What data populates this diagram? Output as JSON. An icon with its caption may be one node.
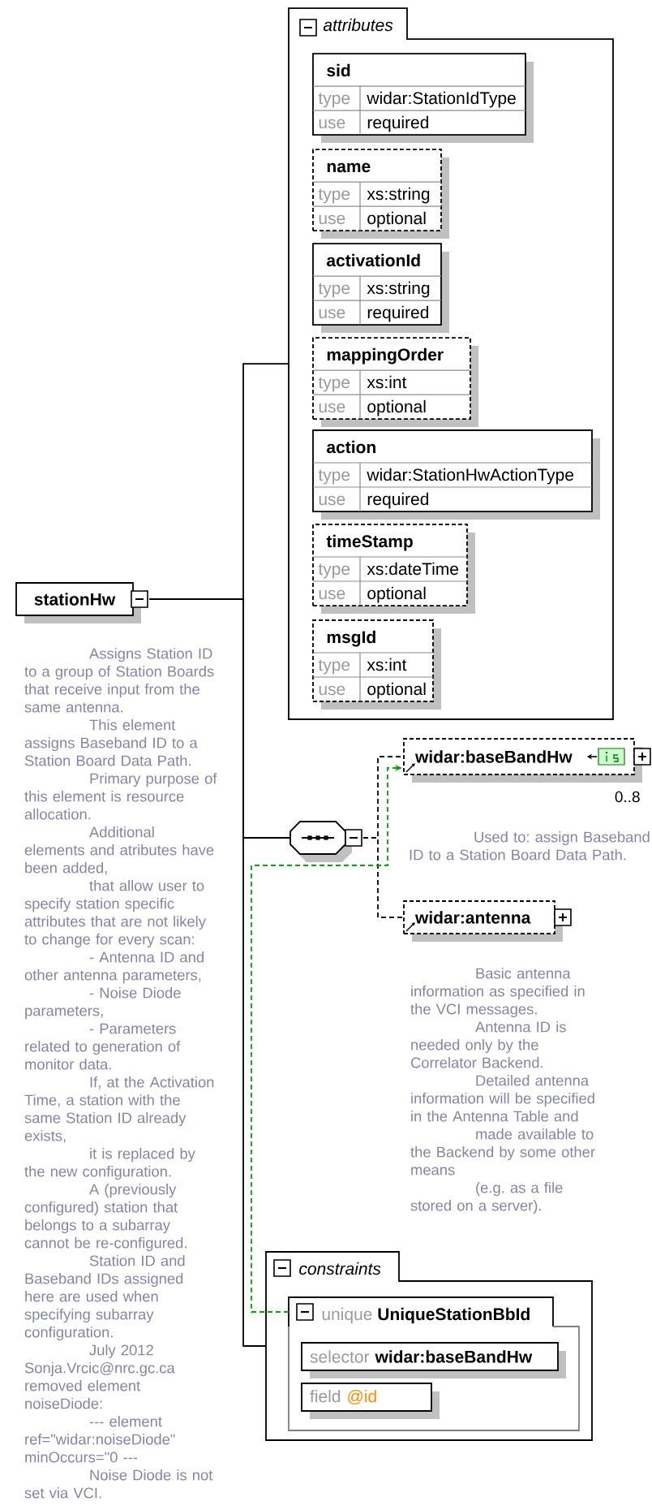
{
  "diagram": {
    "nodes": [
      {
        "text": [
          "stationHw"
        ],
        "beside": [
          "Assigns Station ID to a group of Station Boards that receive input from the same antenna.",
          "This element assigns Baseband ID to a Station Board Data Path.",
          "Primary purpose of this element is resource allocation.",
          "Additional elements and atributes have been added,",
          "that allow user to specify station specific attributes that are not likely to change for every scan:",
          "- Antenna ID and other antenna parameters,",
          "- Noise Diode parameters,",
          "- Parameters related to generation of monitor data.",
          "If, at the Activation Time, a station with the same Station ID already exists,",
          "it is replaced by the new configuration.",
          "A (previously configured) station that belongs to a subarray cannot be re-configured.",
          "Station ID and Baseband IDs assigned here are used when specifying subarray configuration.",
          "July 2012 Sonja.Vrcic@nrc.gc.ca removed element noiseDiode:",
          "--- element ref=\"widar:noiseDiode\" minOccurs=\"0 ---",
          "Noise Diode is not set via VCI."
        ]
      },
      {
        "text": [
          "attributes"
        ]
      },
      {
        "text": [
          "sid",
          "type",
          "widar:StationIdType",
          "use",
          "required"
        ],
        "in": 1
      },
      {
        "text": [
          "name",
          "type",
          "xs:string",
          "use",
          "optional"
        ],
        "in": 1
      },
      {
        "text": [
          "activationId",
          "type",
          "xs:string",
          "use",
          "required"
        ],
        "in": 1
      },
      {
        "text": [
          "mappingOrder",
          "type",
          "xs:int",
          "use",
          "optional"
        ],
        "in": 1
      },
      {
        "text": [
          "action",
          "type",
          "widar:StationHwActionType",
          "use",
          "required"
        ],
        "in": 1
      },
      {
        "text": [
          "timeStamp",
          "type",
          "xs:dateTime",
          "use",
          "optional"
        ],
        "in": 1
      },
      {
        "text": [
          "msgId",
          "type",
          "xs:int",
          "use",
          "optional"
        ],
        "in": 1
      },
      {
        "text": [],
        "shape": "octagon"
      },
      {
        "text": [
          "widar:baseBandHw"
        ],
        "beside": [
          "0..8",
          "Used to: assign Baseband ID to a Station Board Data Path."
        ]
      },
      {
        "text": [
          "widar:antenna"
        ],
        "beside": [
          "Basic antenna information as specified in the VCI messages.",
          "Antenna ID is needed only by the Correlator Backend.",
          "Detailed antenna information will be specified in the Antenna Table and",
          "made available to the Backend by some other means",
          "(e.g. as a file stored on a server)."
        ]
      },
      {
        "text": [
          "constraints"
        ]
      },
      {
        "text": [
          "unique",
          "UniqueStationBbId"
        ],
        "in": 12
      },
      {
        "text": [
          "selector",
          "widar:baseBandHw"
        ],
        "in": 13
      },
      {
        "text": [
          "field",
          "@id"
        ],
        "in": 13
      }
    ],
    "edges": [
      {
        "from": 0,
        "to": 1,
        "arrow": "none"
      },
      {
        "from": 0,
        "to": 9,
        "arrow": "none"
      },
      {
        "from": 0,
        "to": 12,
        "arrow": "none"
      },
      {
        "from": 9,
        "to": 10,
        "arrow": "none",
        "style": "dashed"
      },
      {
        "from": 9,
        "to": 11,
        "arrow": "none",
        "style": "dashed"
      },
      {
        "from": 13,
        "to": 10,
        "arrow": "to",
        "style": "dashed",
        "color": "#00aa00"
      }
    ]
  }
}
